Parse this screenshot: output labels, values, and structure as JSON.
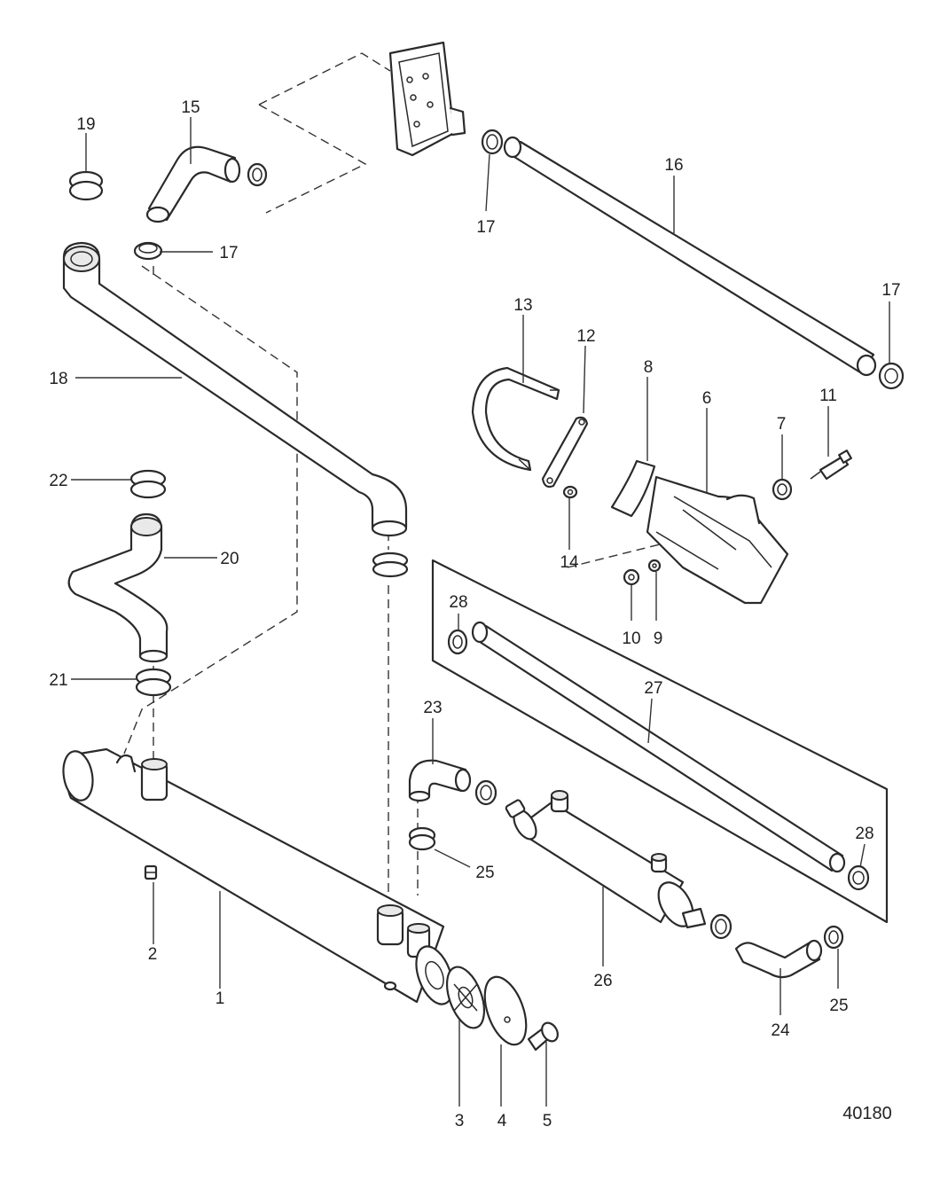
{
  "diagram_code": "40180",
  "callouts": [
    {
      "id": "1",
      "text": "1"
    },
    {
      "id": "2",
      "text": "2"
    },
    {
      "id": "3",
      "text": "3"
    },
    {
      "id": "4",
      "text": "4"
    },
    {
      "id": "5",
      "text": "5"
    },
    {
      "id": "6",
      "text": "6"
    },
    {
      "id": "7",
      "text": "7"
    },
    {
      "id": "8",
      "text": "8"
    },
    {
      "id": "9",
      "text": "9"
    },
    {
      "id": "10",
      "text": "10"
    },
    {
      "id": "11",
      "text": "11"
    },
    {
      "id": "12",
      "text": "12"
    },
    {
      "id": "13",
      "text": "13"
    },
    {
      "id": "14",
      "text": "14"
    },
    {
      "id": "15",
      "text": "15"
    },
    {
      "id": "16",
      "text": "16"
    },
    {
      "id": "17a",
      "text": "17"
    },
    {
      "id": "17b",
      "text": "17"
    },
    {
      "id": "17c",
      "text": "17"
    },
    {
      "id": "18",
      "text": "18"
    },
    {
      "id": "19",
      "text": "19"
    },
    {
      "id": "20",
      "text": "20"
    },
    {
      "id": "21",
      "text": "21"
    },
    {
      "id": "22",
      "text": "22"
    },
    {
      "id": "23",
      "text": "23"
    },
    {
      "id": "24",
      "text": "24"
    },
    {
      "id": "25a",
      "text": "25"
    },
    {
      "id": "25b",
      "text": "25"
    },
    {
      "id": "26",
      "text": "26"
    },
    {
      "id": "27",
      "text": "27"
    },
    {
      "id": "28a",
      "text": "28"
    },
    {
      "id": "28b",
      "text": "28"
    }
  ]
}
